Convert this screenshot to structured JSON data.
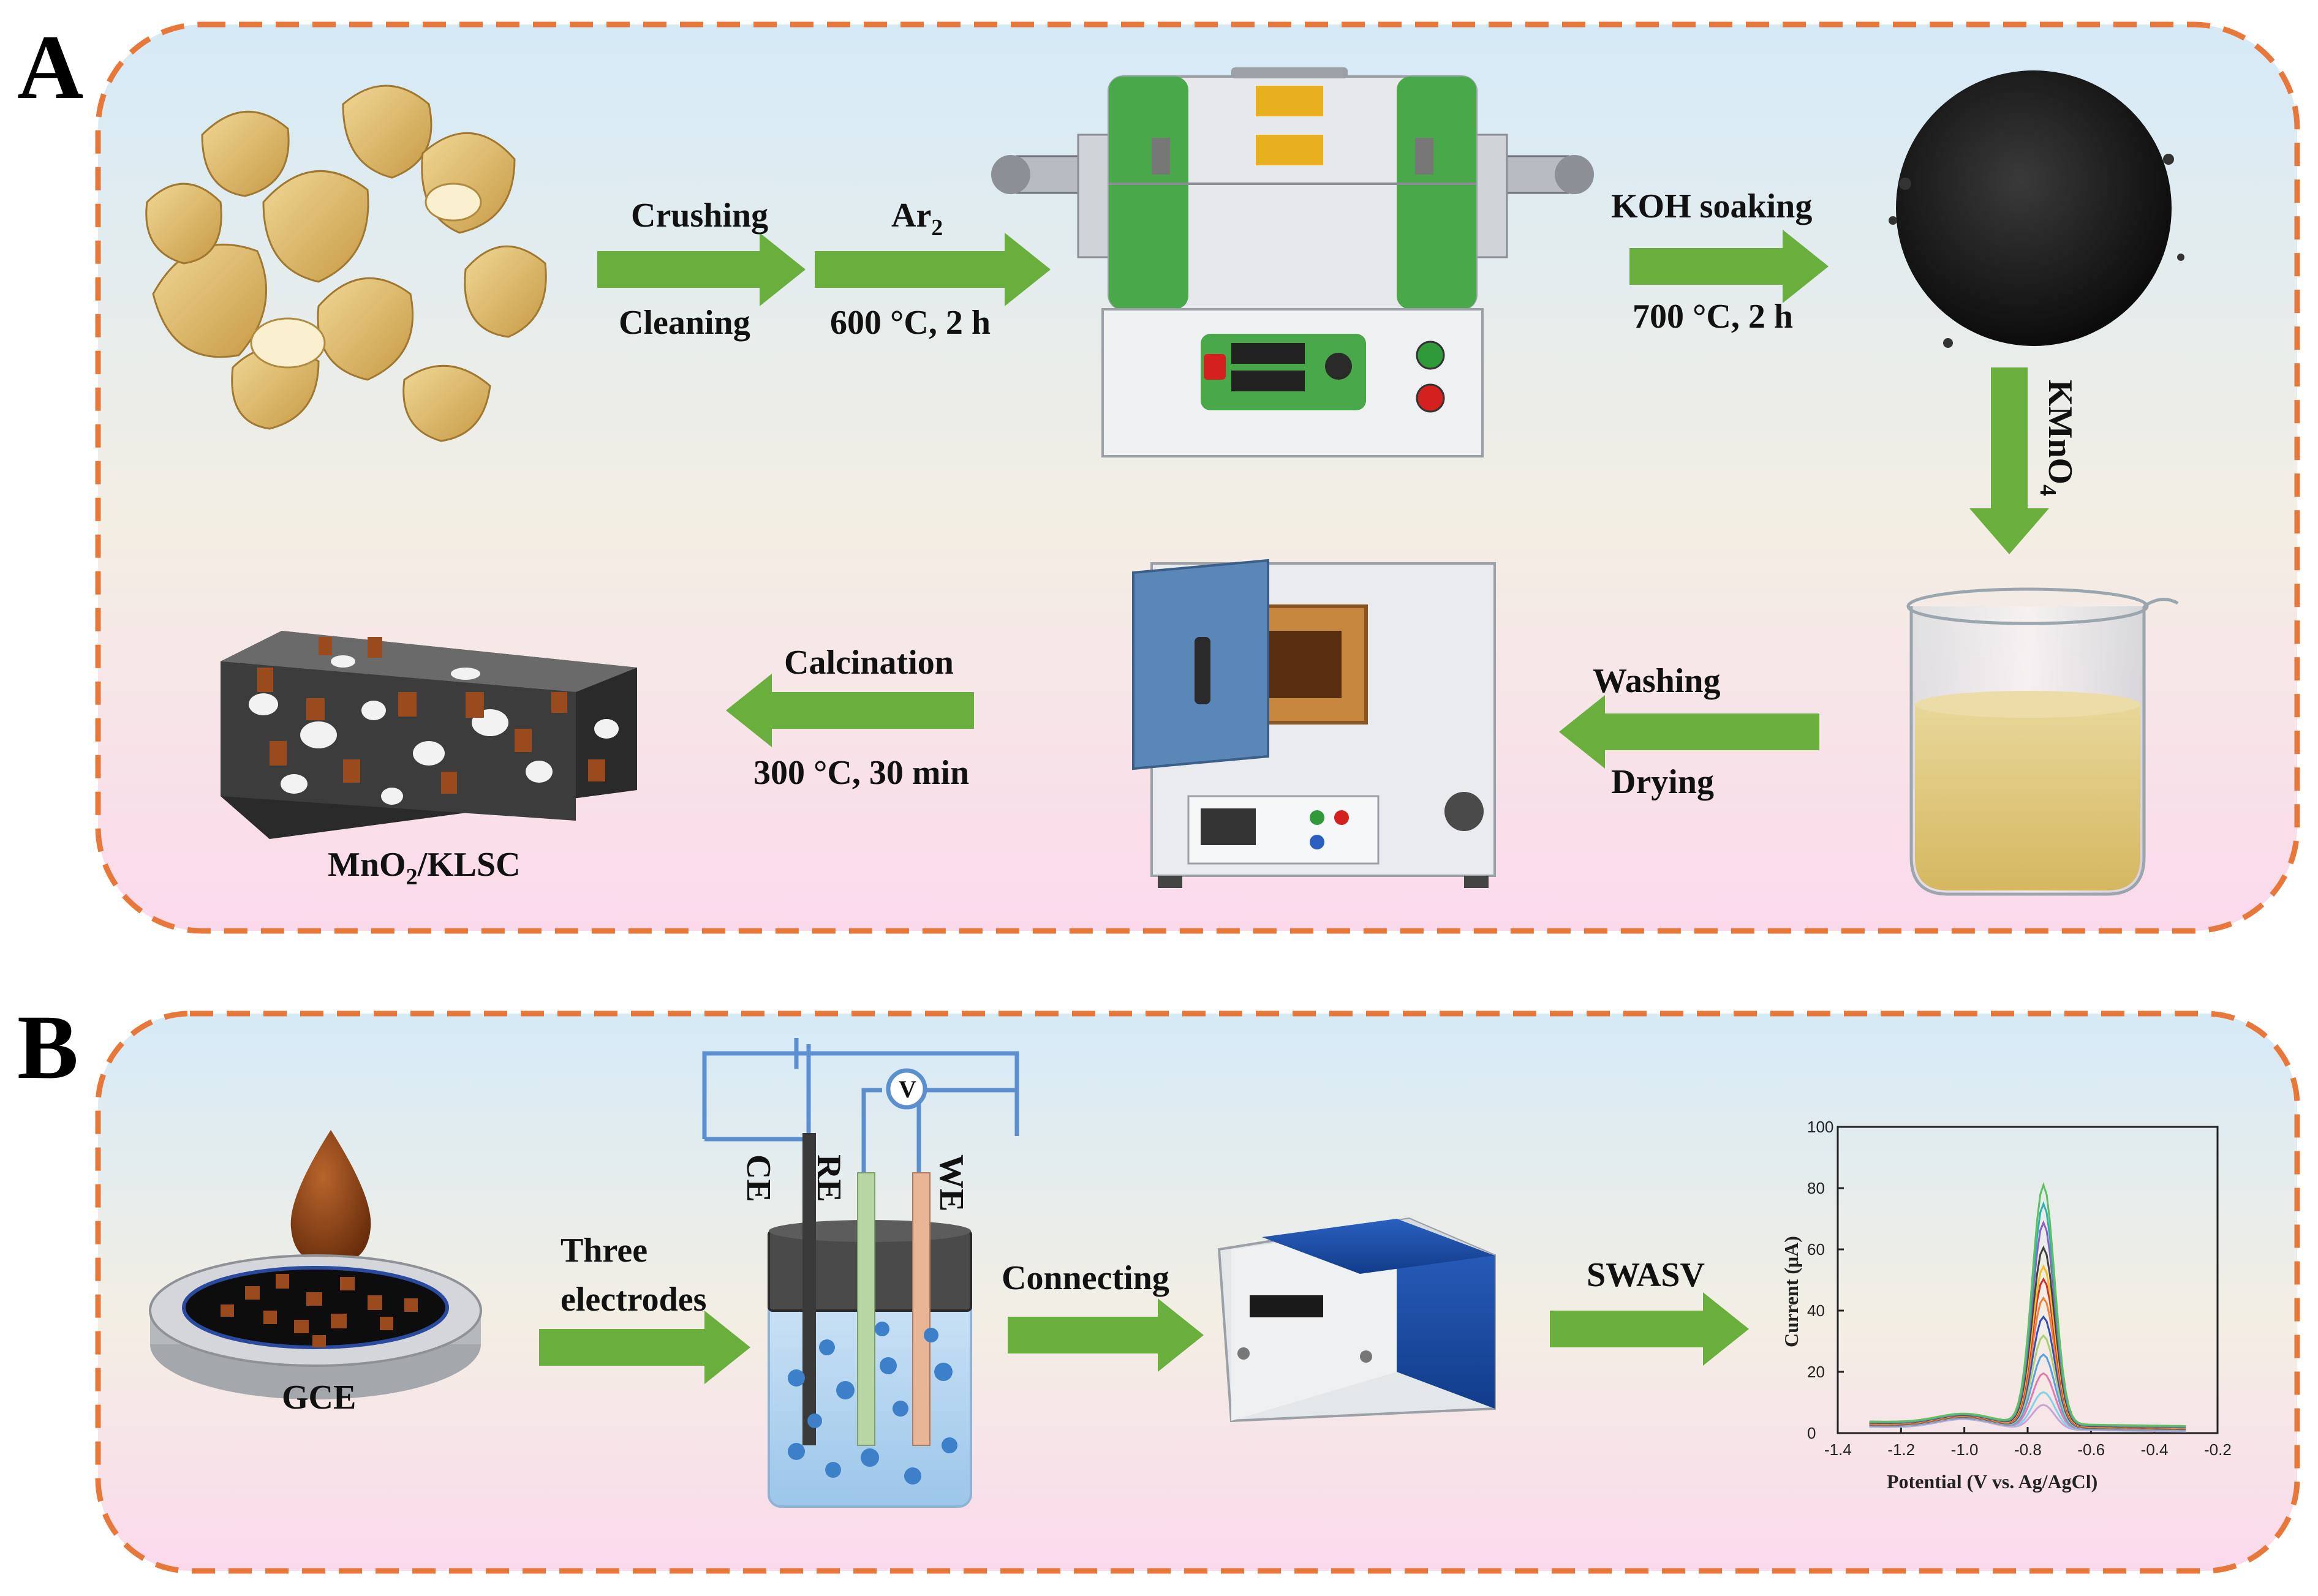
{
  "panels": {
    "a": {
      "letter": "A"
    },
    "b": {
      "letter": "B"
    }
  },
  "panel_a": {
    "crushing": "Crushing",
    "cleaning": "Cleaning",
    "ar_main": "Ar",
    "ar_sub": "2",
    "pyrolysis": "600 °C, 2 h",
    "koh": "KOH soaking",
    "activation": "700 °C, 2 h",
    "kmno4_main": "KMnO",
    "kmno4_sub": "4",
    "washing": "Washing",
    "drying": "Drying",
    "calcination": "Calcination",
    "calc_cond": "300 °C, 30 min",
    "product_pre": "MnO",
    "product_sub": "2",
    "product_post": "/KLSC"
  },
  "panel_b": {
    "gce": "GCE",
    "three": "Three",
    "electrodes": "electrodes",
    "ce": "CE",
    "re": "RE",
    "we": "WE",
    "voltmeter": "V",
    "connecting": "Connecting",
    "swasv": "SWASV"
  },
  "colors": {
    "arrow_green": "#6aaf3d",
    "dash_orange": "#e8783a",
    "bg_top": "#d5eaf7",
    "bg_bottom": "#fbd9ec",
    "mno2_brown": "#9a4a1c",
    "circuit_blue": "#5b8fd0"
  },
  "chart_data": {
    "type": "line",
    "xlabel": "Potential (V vs. Ag/AgCl)",
    "ylabel": "Current (μA)",
    "xlim": [
      -1.4,
      -0.2
    ],
    "ylim": [
      0,
      100
    ],
    "xticks": [
      "-1.4",
      "-1.2",
      "-1.0",
      "-0.8",
      "-0.6",
      "-0.4",
      "-0.2"
    ],
    "yticks": [
      "0",
      "20",
      "40",
      "60",
      "80",
      "100"
    ],
    "peak_potential": -0.75,
    "start_potential": -1.3,
    "end_potential": -0.3,
    "series": [
      {
        "peak": 8,
        "color": "#c8a2d8"
      },
      {
        "peak": 12,
        "color": "#7fd3e8"
      },
      {
        "peak": 18,
        "color": "#e07bb0"
      },
      {
        "peak": 24,
        "color": "#5aa0e0"
      },
      {
        "peak": 30,
        "color": "#a8d070"
      },
      {
        "peak": 36,
        "color": "#3050c0"
      },
      {
        "peak": 42,
        "color": "#f08040"
      },
      {
        "peak": 48,
        "color": "#d03030"
      },
      {
        "peak": 52,
        "color": "#f0c020"
      },
      {
        "peak": 58,
        "color": "#404040"
      },
      {
        "peak": 66,
        "color": "#9060c0"
      },
      {
        "peak": 72,
        "color": "#30b0b0"
      },
      {
        "peak": 78,
        "color": "#60c060"
      }
    ]
  }
}
